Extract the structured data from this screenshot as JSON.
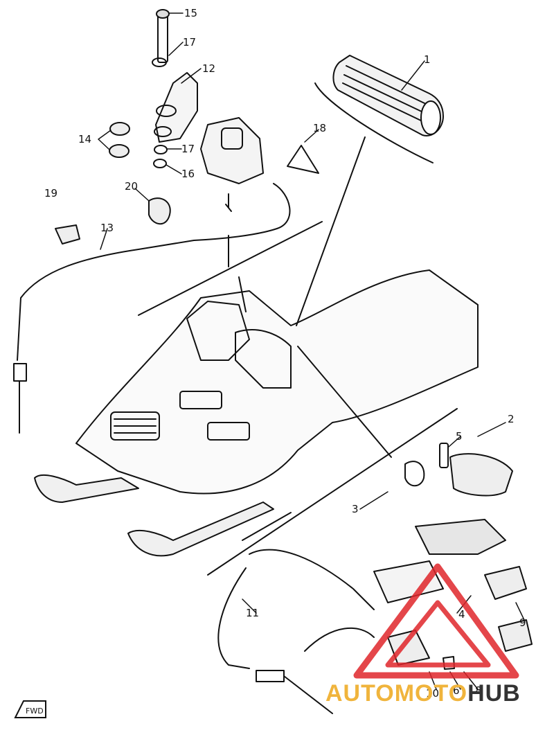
{
  "callouts": [
    "1",
    "2",
    "3",
    "4",
    "5",
    "6",
    "8",
    "9",
    "10",
    "11",
    "12",
    "13",
    "14",
    "15",
    "16",
    "17",
    "17",
    "18",
    "19",
    "20"
  ],
  "fwd_label": "FWD",
  "watermark": {
    "text_part1": "AUTOMOTO",
    "text_part2": "HUB",
    "colors": {
      "triangle": "#e0262b",
      "text_part1": "#f0b43c",
      "text_part2": "#333333"
    }
  },
  "icons": [
    "grip-icon",
    "snowmobile-icon",
    "cable-icon",
    "throttle-lever-icon",
    "switch-icon",
    "fwd-arrow-icon",
    "watermark-logo-icon"
  ]
}
